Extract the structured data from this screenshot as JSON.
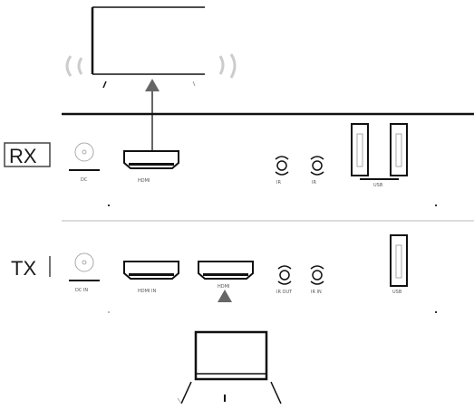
{
  "rx": {
    "badge": "RX",
    "ports": {
      "dc": "DC",
      "hdmi_out": "HDMI",
      "ir_out": "IR",
      "ir_in": "IR",
      "usb": "USB"
    }
  },
  "tx": {
    "badge": "TX",
    "ports": {
      "dc": "DC IN",
      "hdmi_in": "HDMI IN",
      "hdmi_out": "HDMI",
      "ir_out": "IR OUT",
      "ir_in": "IR IN",
      "usb": "USB"
    }
  },
  "colors": {
    "line": "#111111",
    "arrow": "#666666",
    "wifi": "#cccccc",
    "divider": "#dddddd"
  },
  "icons": [
    "tv-icon",
    "wifi-signal-icon",
    "laptop-icon",
    "dc-jack-icon",
    "hdmi-port-icon",
    "ir-icon",
    "usb-port-icon",
    "arrow-up-icon"
  ]
}
